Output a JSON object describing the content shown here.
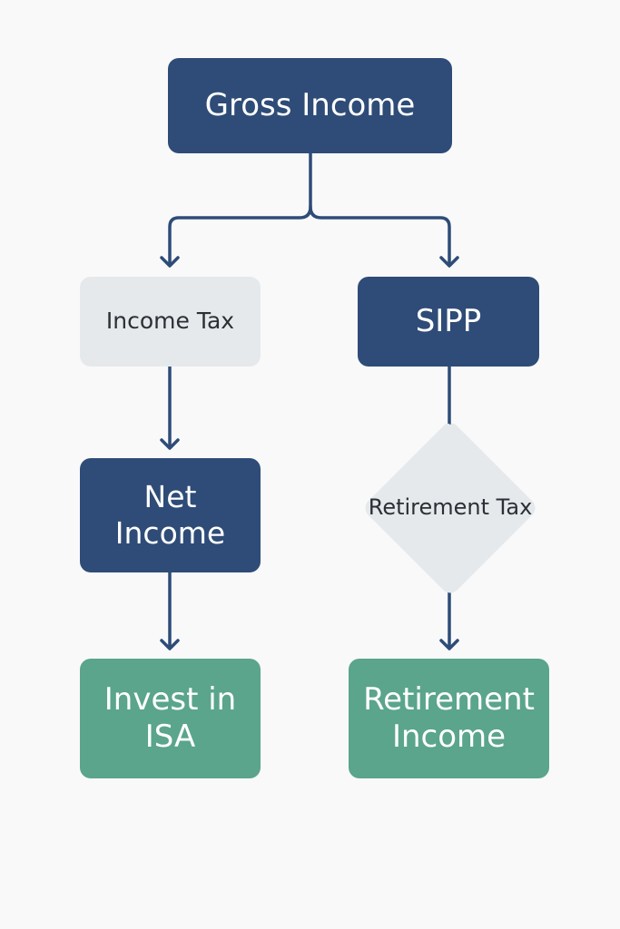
{
  "diagram": {
    "type": "flowchart",
    "colors": {
      "primary": "#2e4c77",
      "neutral": "#e5e9ec",
      "success": "#5aa58b",
      "connector": "#2e4c77",
      "background": "#f9f9fa"
    },
    "nodes": {
      "gross_income": {
        "label": "Gross Income",
        "shape": "rounded-rect",
        "style": "primary"
      },
      "income_tax": {
        "label": "Income Tax",
        "shape": "rounded-rect",
        "style": "neutral"
      },
      "sipp": {
        "label": "SIPP",
        "shape": "rounded-rect",
        "style": "primary"
      },
      "net_income": {
        "line1": "Net",
        "line2": "Income",
        "shape": "rounded-rect",
        "style": "primary"
      },
      "retirement_tax": {
        "line1": "Retirement",
        "line2": "Tax",
        "shape": "diamond",
        "style": "neutral"
      },
      "invest_isa": {
        "line1": "Invest in",
        "line2": "ISA",
        "shape": "rounded-rect",
        "style": "success"
      },
      "retirement_income": {
        "line1": "Retirement",
        "line2": "Income",
        "shape": "rounded-rect",
        "style": "success"
      }
    },
    "edges": [
      {
        "from": "gross_income",
        "to": "income_tax"
      },
      {
        "from": "gross_income",
        "to": "sipp"
      },
      {
        "from": "income_tax",
        "to": "net_income"
      },
      {
        "from": "net_income",
        "to": "invest_isa"
      },
      {
        "from": "sipp",
        "to": "retirement_tax"
      },
      {
        "from": "retirement_tax",
        "to": "retirement_income"
      }
    ]
  }
}
